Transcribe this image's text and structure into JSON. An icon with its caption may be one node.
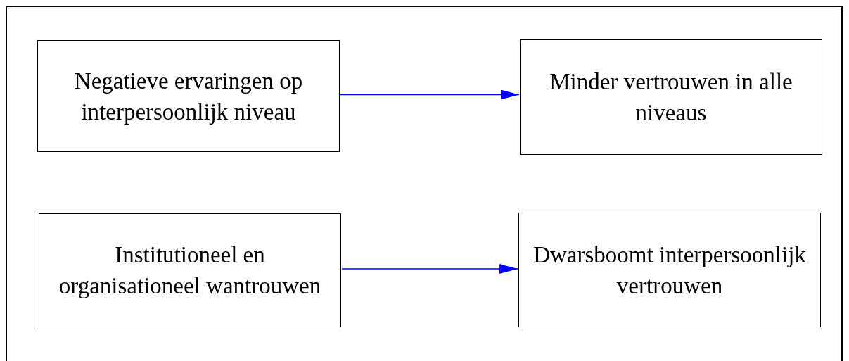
{
  "diagram": {
    "nodes": [
      {
        "text": [
          "Negatieve ervaringen op interpersoonlijk niveau"
        ]
      },
      {
        "text": [
          "Minder vertrouwen in alle niveaus"
        ]
      },
      {
        "text": [
          "Institutioneel en organisationeel wantrouwen"
        ]
      },
      {
        "text": [
          "Dwarsboomt interpersoonlijk vertrouwen"
        ]
      }
    ],
    "edges": [
      {
        "from": 0,
        "to": 1,
        "arrow": "to",
        "color": "#0000ff"
      },
      {
        "from": 2,
        "to": 3,
        "arrow": "to",
        "color": "#0000ff"
      }
    ]
  }
}
